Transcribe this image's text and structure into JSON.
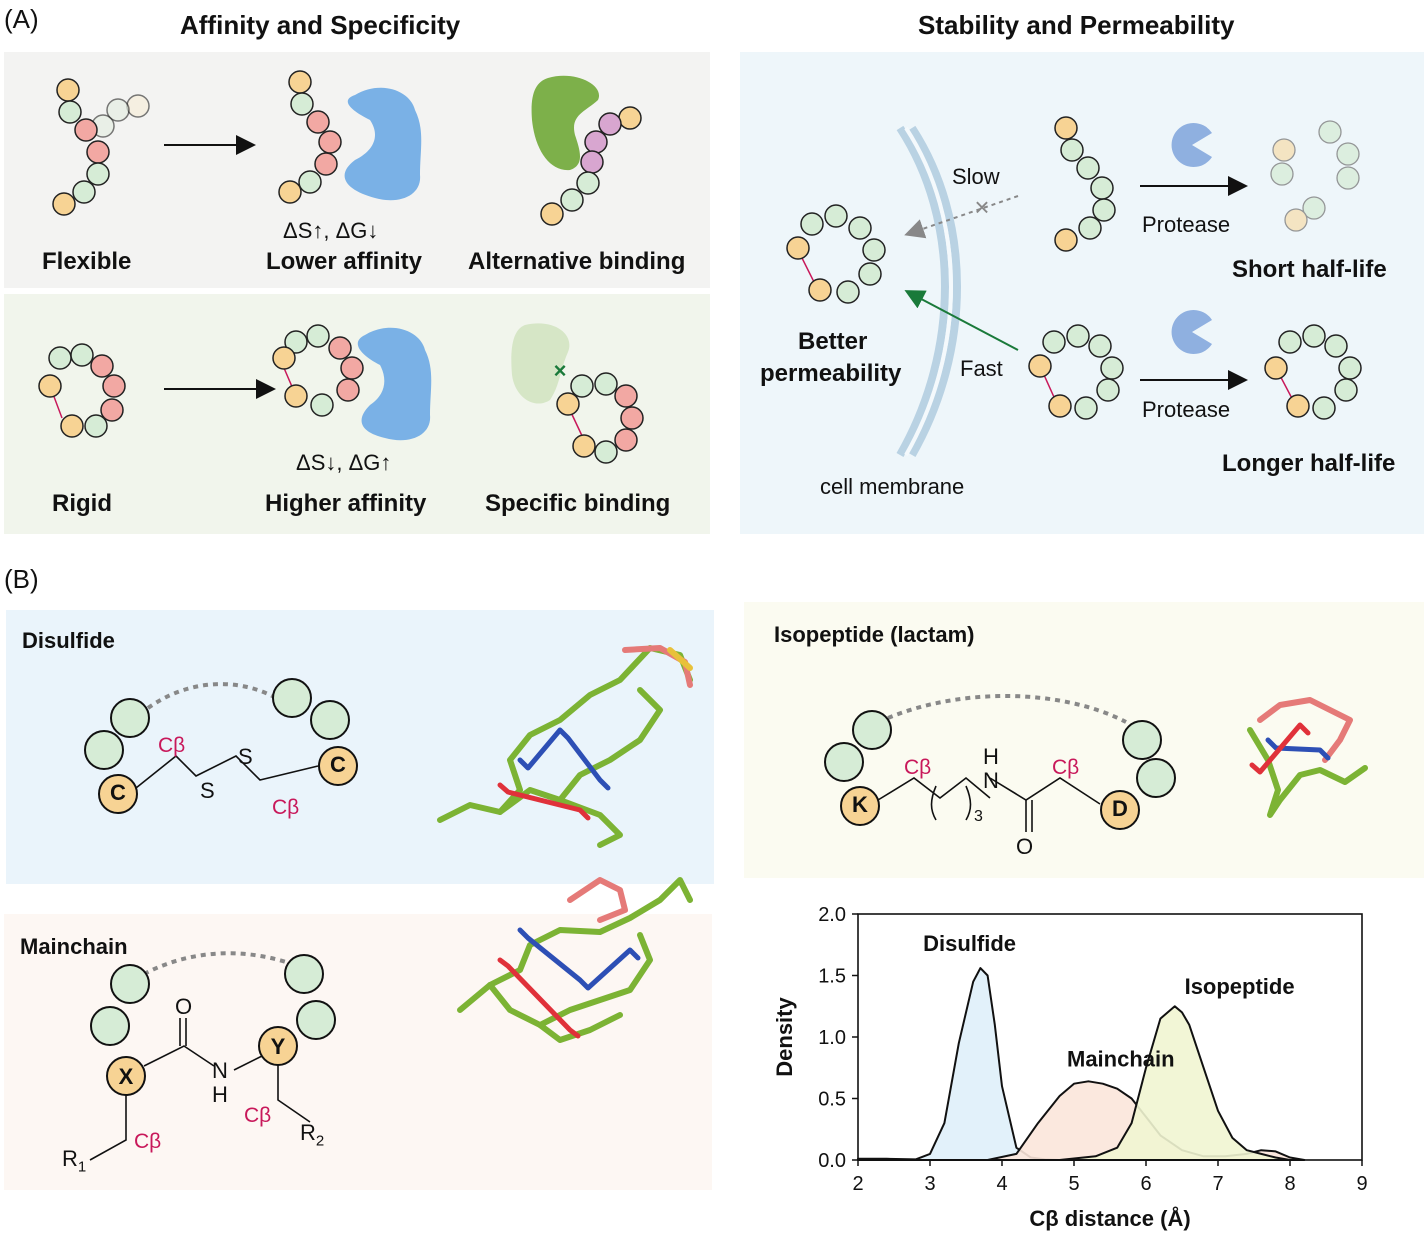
{
  "panel_a": {
    "letter": "(A)",
    "titles": {
      "left": "Affinity and Specificity",
      "right": "Stability and Permeability"
    },
    "flexible": {
      "label": "Flexible",
      "energy": "ΔS↑, ΔG↓",
      "affinity": "Lower affinity",
      "binding": "Alternative binding"
    },
    "rigid": {
      "label": "Rigid",
      "energy": "ΔS↓, ΔG↑",
      "affinity": "Higher affinity",
      "binding": "Specific binding"
    },
    "permeability": {
      "slow": "Slow",
      "fast": "Fast",
      "better": [
        "Better",
        "permeability"
      ],
      "membrane": "cell membrane",
      "protease_top": "Protease",
      "protease_bottom": "Protease",
      "short": "Short half-life",
      "longer": "Longer half-life"
    }
  },
  "panel_b": {
    "letter": "(B)",
    "disulfide": {
      "title": "Disulfide",
      "residue": "C",
      "atom": "S",
      "cb": "Cβ"
    },
    "isopeptide": {
      "title": "Isopeptide (lactam)",
      "res1": "K",
      "res2": "D",
      "nh": "H",
      "n": "N",
      "o": "O",
      "sub": "3",
      "cb": "Cβ"
    },
    "mainchain": {
      "title": "Mainchain",
      "res1": "X",
      "res2": "Y",
      "o": "O",
      "n": "N",
      "h": "H",
      "r1": "R",
      "r1sub": "1",
      "r2": "R",
      "r2sub": "2",
      "cb": "Cβ"
    }
  },
  "chart_data": {
    "type": "area",
    "xlabel": "Cβ distance (Å)",
    "ylabel": "Density",
    "xlim": [
      2,
      9
    ],
    "ylim": [
      0,
      2.0
    ],
    "xticks": [
      "2",
      "3",
      "4",
      "5",
      "6",
      "7",
      "8",
      "9"
    ],
    "yticks": [
      "0.0",
      "0.5",
      "1.0",
      "1.5",
      "2.0"
    ],
    "series": [
      {
        "name": "Disulfide",
        "color": "#dff0fa",
        "x": [
          2.0,
          2.4,
          2.8,
          3.0,
          3.2,
          3.4,
          3.6,
          3.7,
          3.8,
          3.9,
          4.0,
          4.2,
          4.4,
          4.6,
          4.8
        ],
        "y": [
          0.01,
          0.01,
          0.005,
          0.05,
          0.3,
          0.95,
          1.45,
          1.56,
          1.5,
          1.1,
          0.6,
          0.1,
          0.02,
          0.005,
          0.0
        ]
      },
      {
        "name": "Mainchain",
        "color": "#fbe6da",
        "x": [
          3.8,
          4.2,
          4.5,
          4.8,
          5.0,
          5.2,
          5.4,
          5.6,
          5.8,
          6.0,
          6.2,
          6.5,
          6.8,
          7.1,
          7.4,
          7.6,
          7.8,
          8.0,
          8.2
        ],
        "y": [
          0.0,
          0.05,
          0.3,
          0.52,
          0.62,
          0.64,
          0.62,
          0.58,
          0.5,
          0.35,
          0.2,
          0.08,
          0.03,
          0.03,
          0.05,
          0.08,
          0.07,
          0.02,
          0.0
        ]
      },
      {
        "name": "Isopeptide",
        "color": "#f1f5d2",
        "x": [
          4.8,
          5.3,
          5.6,
          5.8,
          6.0,
          6.2,
          6.4,
          6.5,
          6.6,
          6.8,
          7.0,
          7.2,
          7.4,
          7.6,
          7.8,
          8.0
        ],
        "y": [
          0.0,
          0.03,
          0.1,
          0.3,
          0.75,
          1.15,
          1.25,
          1.2,
          1.1,
          0.75,
          0.4,
          0.18,
          0.08,
          0.05,
          0.02,
          0.0
        ]
      }
    ]
  }
}
